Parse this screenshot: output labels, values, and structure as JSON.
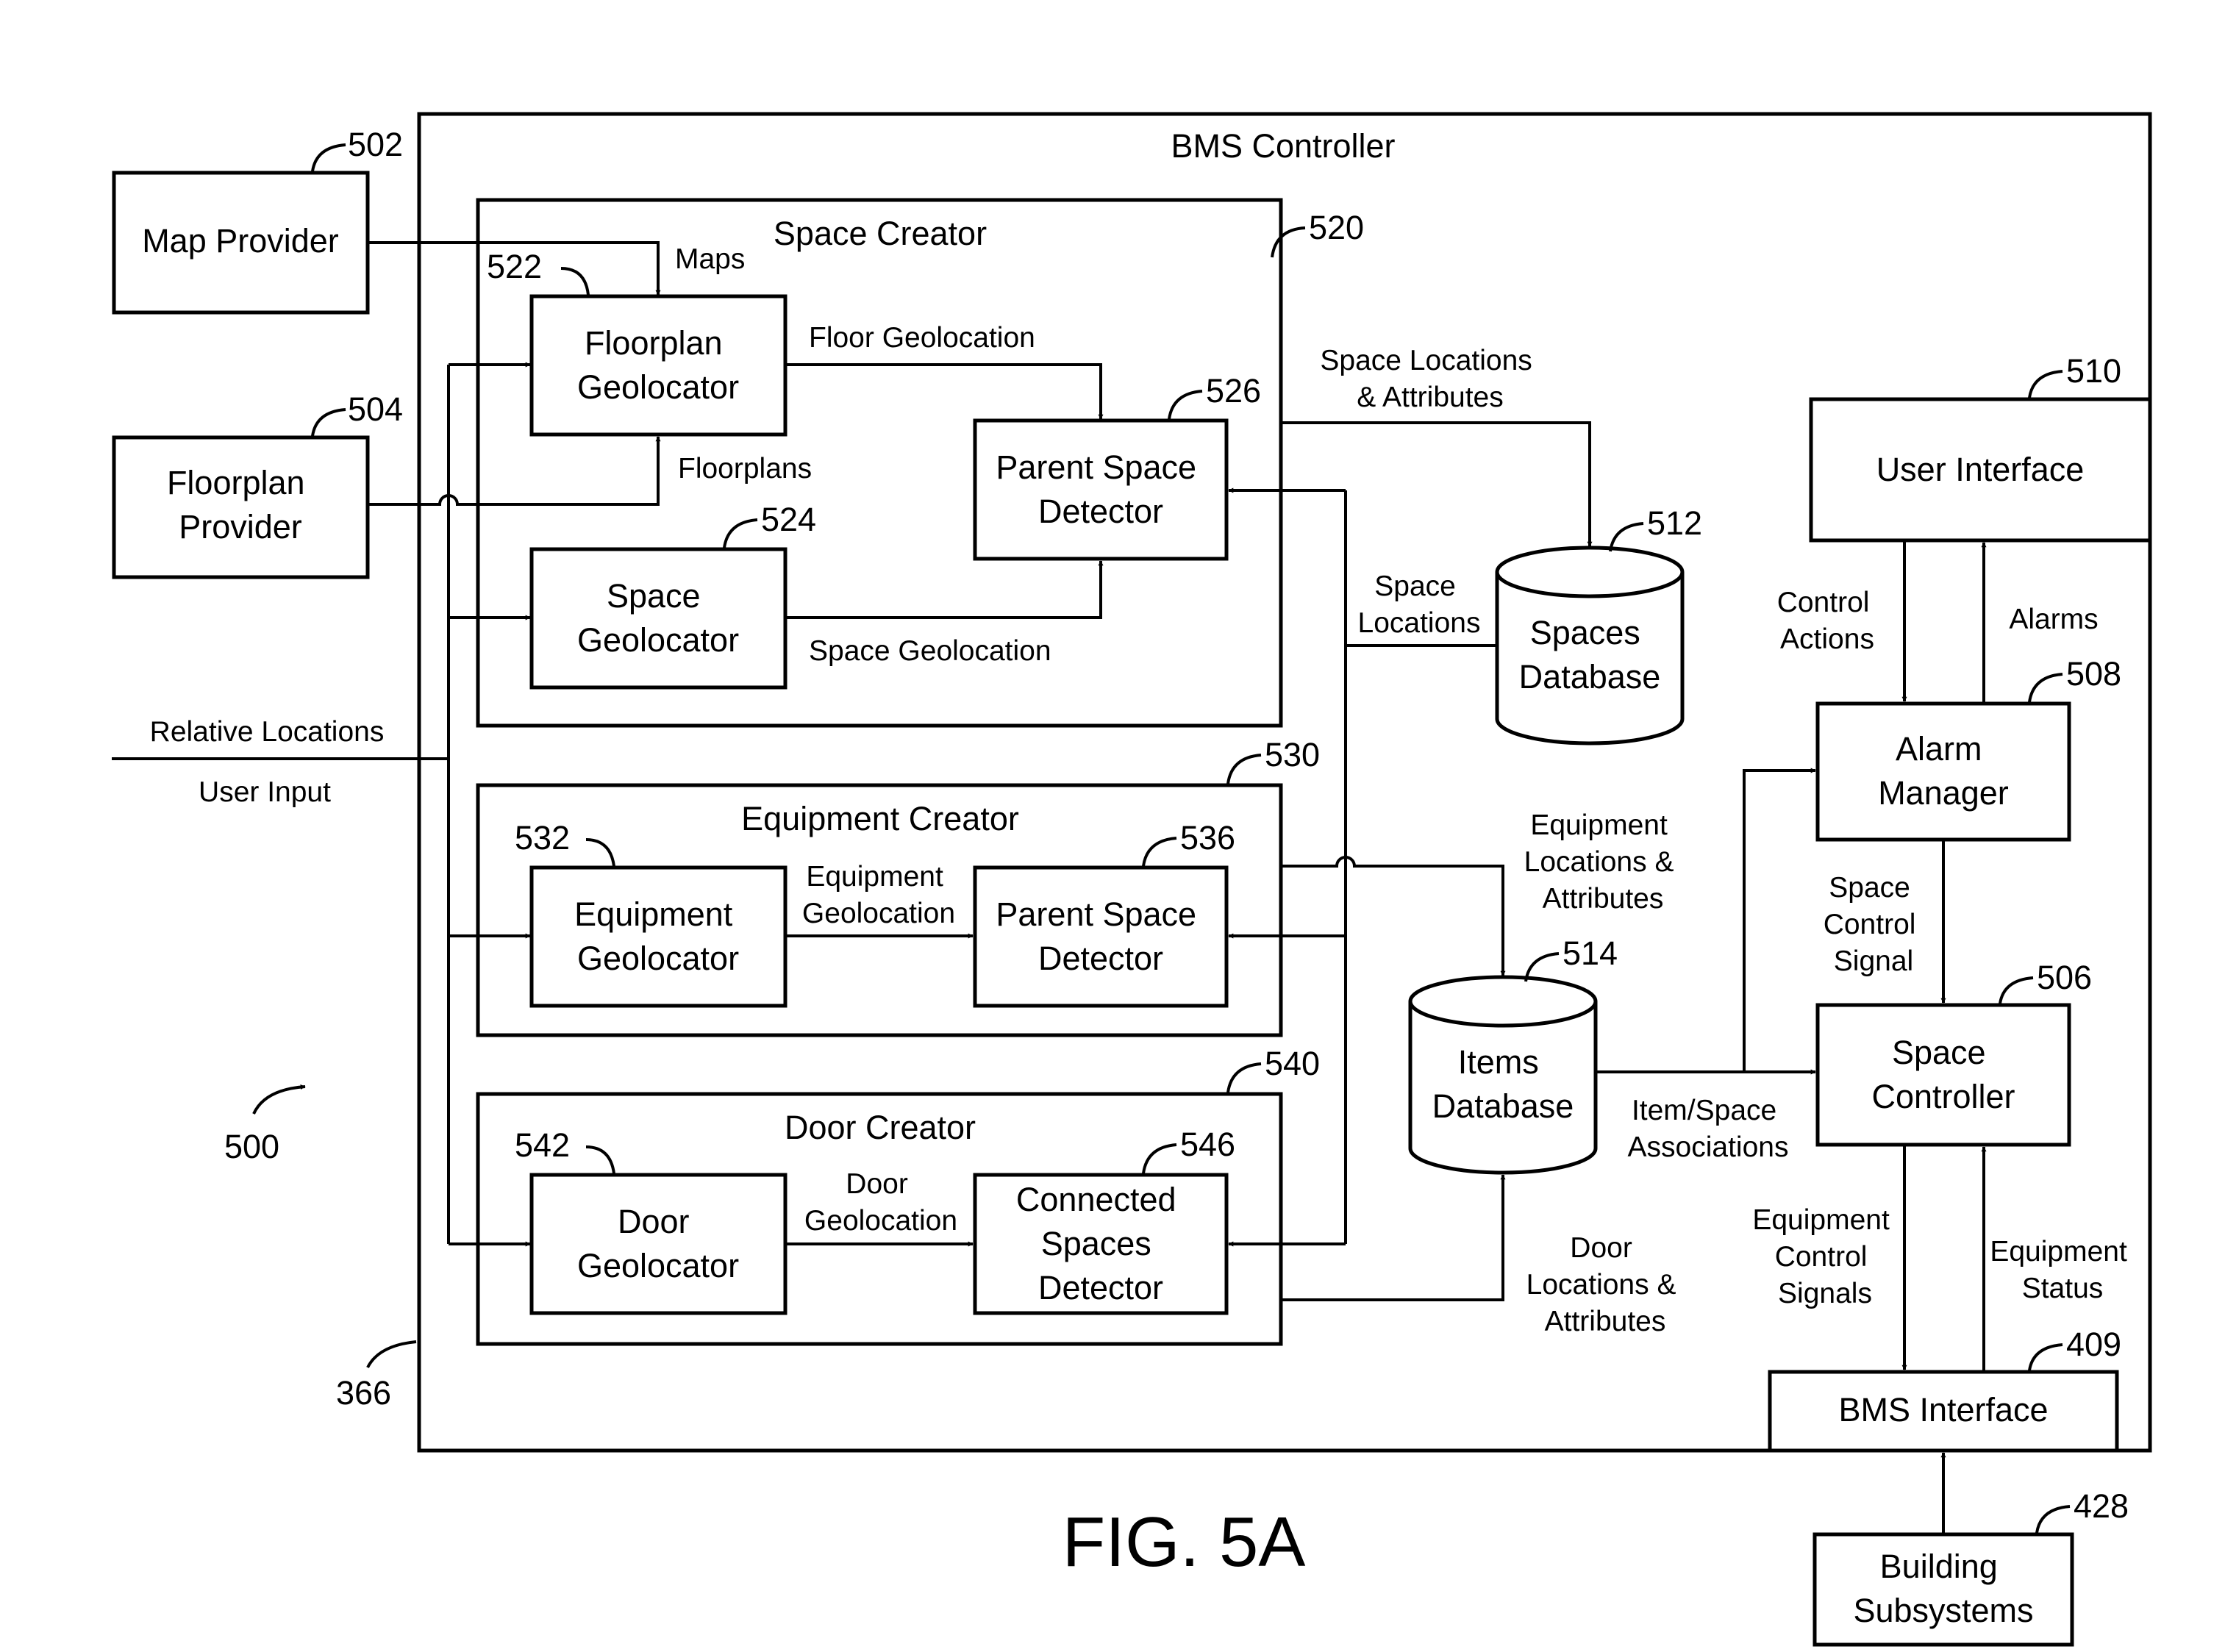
{
  "figure_label": "FIG. 5A",
  "containers": {
    "bms_controller": "BMS Controller",
    "space_creator": "Space Creator",
    "equipment_creator": "Equipment Creator",
    "door_creator": "Door Creator"
  },
  "boxes": {
    "map_provider": "Map Provider",
    "floorplan_provider": [
      "Floorplan",
      "Provider"
    ],
    "floorplan_geolocator": [
      "Floorplan",
      "Geolocator"
    ],
    "space_geolocator": [
      "Space",
      "Geolocator"
    ],
    "parent_space_detector_1": [
      "Parent Space",
      "Detector"
    ],
    "equipment_geolocator": [
      "Equipment",
      "Geolocator"
    ],
    "parent_space_detector_2": [
      "Parent Space",
      "Detector"
    ],
    "door_geolocator": [
      "Door",
      "Geolocator"
    ],
    "connected_spaces_detector": [
      "Connected",
      "Spaces",
      "Detector"
    ],
    "user_interface": "User Interface",
    "alarm_manager": [
      "Alarm",
      "Manager"
    ],
    "space_controller": [
      "Space",
      "Controller"
    ],
    "bms_interface": "BMS Interface",
    "building_subsystems": [
      "Building",
      "Subsystems"
    ],
    "spaces_database": [
      "Spaces",
      "Database"
    ],
    "items_database": [
      "Items",
      "Database"
    ]
  },
  "labels": {
    "maps": "Maps",
    "floorplans": "Floorplans",
    "floor_geolocation": "Floor Geolocation",
    "space_geolocation": "Space Geolocation",
    "space_locations_attributes": [
      "Space Locations",
      "& Attributes"
    ],
    "space_locations": [
      "Space",
      "Locations"
    ],
    "relative_locations": "Relative Locations",
    "user_input": "User Input",
    "equipment_geolocation": [
      "Equipment",
      "Geolocation"
    ],
    "door_geolocation": [
      "Door",
      "Geolocation"
    ],
    "equipment_locations_attributes": [
      "Equipment",
      "Locations &",
      "Attributes"
    ],
    "door_locations_attributes": [
      "Door",
      "Locations &",
      "Attributes"
    ],
    "item_space_associations": [
      "Item/Space",
      "Associations"
    ],
    "control_actions": [
      "Control",
      "Actions"
    ],
    "alarms": "Alarms",
    "space_control_signal": [
      "Space",
      "Control",
      "Signal"
    ],
    "equipment_control_signals": [
      "Equipment",
      "Control",
      "Signals"
    ],
    "equipment_status": [
      "Equipment",
      "Status"
    ]
  },
  "refs": {
    "r500": "500",
    "r502": "502",
    "r504": "504",
    "r366": "366",
    "r520": "520",
    "r522": "522",
    "r524": "524",
    "r526": "526",
    "r530": "530",
    "r532": "532",
    "r536": "536",
    "r540": "540",
    "r542": "542",
    "r546": "546",
    "r510": "510",
    "r512": "512",
    "r514": "514",
    "r508": "508",
    "r506": "506",
    "r409": "409",
    "r428": "428"
  }
}
